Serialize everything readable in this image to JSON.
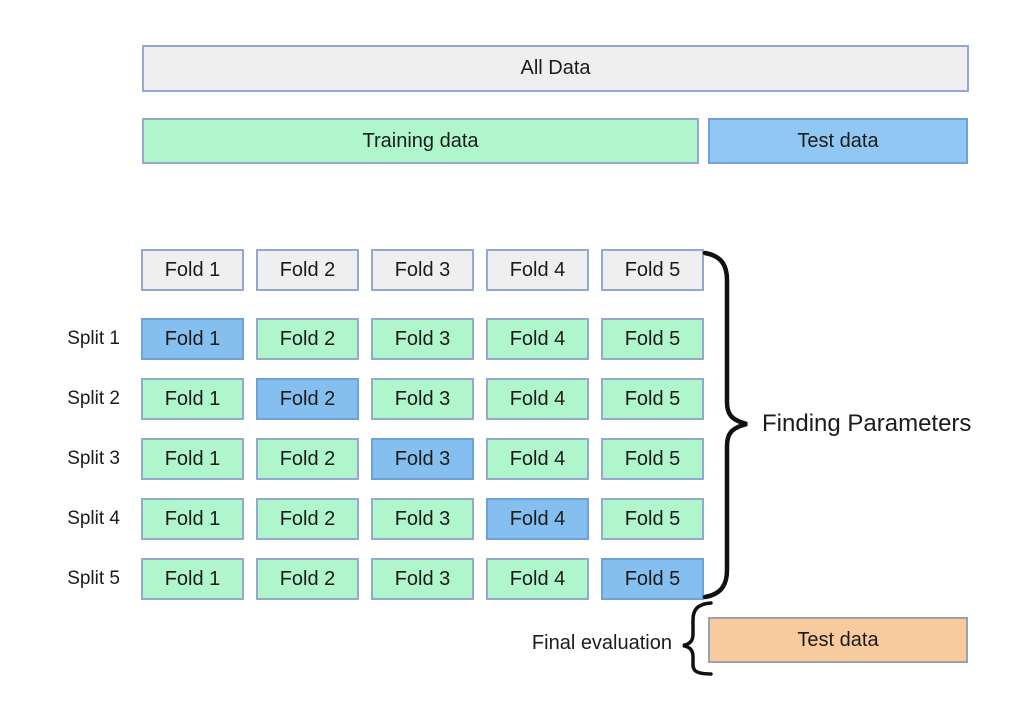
{
  "top": {
    "all_data_label": "All Data",
    "training_label": "Training data",
    "test_label": "Test data"
  },
  "grid": {
    "fold_headers": [
      "Fold 1",
      "Fold 2",
      "Fold 3",
      "Fold 4",
      "Fold 5"
    ],
    "splits": [
      {
        "label": "Split 1",
        "test_fold_index": 0,
        "folds": [
          "Fold 1",
          "Fold 2",
          "Fold 3",
          "Fold 4",
          "Fold 5"
        ]
      },
      {
        "label": "Split 2",
        "test_fold_index": 1,
        "folds": [
          "Fold 1",
          "Fold 2",
          "Fold 3",
          "Fold 4",
          "Fold 5"
        ]
      },
      {
        "label": "Split 3",
        "test_fold_index": 2,
        "folds": [
          "Fold 1",
          "Fold 2",
          "Fold 3",
          "Fold 4",
          "Fold 5"
        ]
      },
      {
        "label": "Split 4",
        "test_fold_index": 3,
        "folds": [
          "Fold 1",
          "Fold 2",
          "Fold 3",
          "Fold 4",
          "Fold 5"
        ]
      },
      {
        "label": "Split 5",
        "test_fold_index": 4,
        "folds": [
          "Fold 1",
          "Fold 2",
          "Fold 3",
          "Fold 4",
          "Fold 5"
        ]
      }
    ]
  },
  "annotations": {
    "finding_parameters_label": "Finding Parameters",
    "final_evaluation_label": "Final evaluation"
  },
  "bottom": {
    "final_test_label": "Test data"
  },
  "colors": {
    "gray": "#efefef",
    "green": "#aff6cd",
    "blue": "#90c8f3",
    "cell-blue": "#84bff0",
    "orange": "#f8cb9e",
    "border-blue": "#93a9ce",
    "border-blue-dk": "#6fa3d8",
    "border-gray": "#9aa2ac",
    "ink": "#111111"
  }
}
